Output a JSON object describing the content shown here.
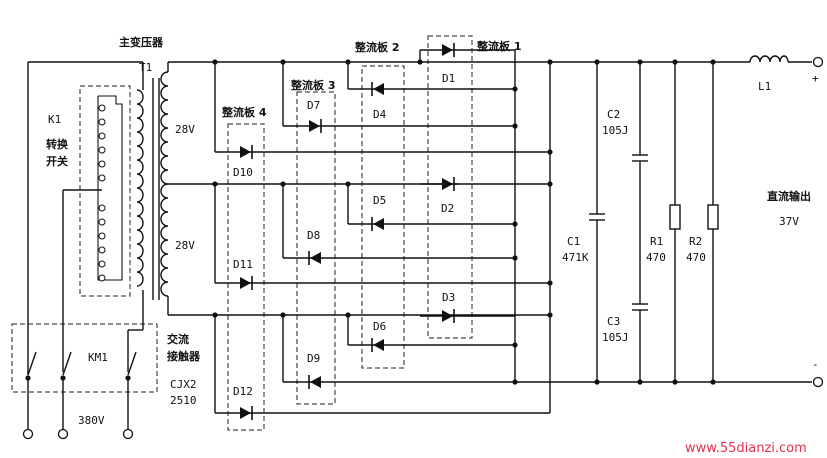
{
  "labels": {
    "main_transformer": "主变压器",
    "t1": "T1",
    "k1": "K1",
    "switch_line1": "转换",
    "switch_line2": "开关",
    "volt_top": "28V",
    "volt_bottom": "28V",
    "contactor_line1": "交流",
    "contactor_line2": "接触器",
    "contactor_model1": "CJX2",
    "contactor_model2": "2510",
    "km1": "KM1",
    "mains_voltage": "380V",
    "board1": "整流板 1",
    "board2": "整流板 2",
    "board3": "整流板 3",
    "board4": "整流板 4",
    "d1": "D1",
    "d2": "D2",
    "d3": "D3",
    "d4": "D4",
    "d5": "D5",
    "d6": "D6",
    "d7": "D7",
    "d8": "D8",
    "d9": "D9",
    "d10": "D10",
    "d11": "D11",
    "d12": "D12",
    "c1": "C1",
    "c1_value": "471K",
    "c2": "C2",
    "c2_value": "105J",
    "c3": "C3",
    "c3_value": "105J",
    "r1": "R1",
    "r1_value": "470",
    "r2": "R2",
    "r2_value": "470",
    "l1": "L1",
    "plus": "+",
    "minus": "-",
    "dc_output": "直流输出",
    "dc_voltage": "37V",
    "watermark": "www.55dianzi.com"
  }
}
